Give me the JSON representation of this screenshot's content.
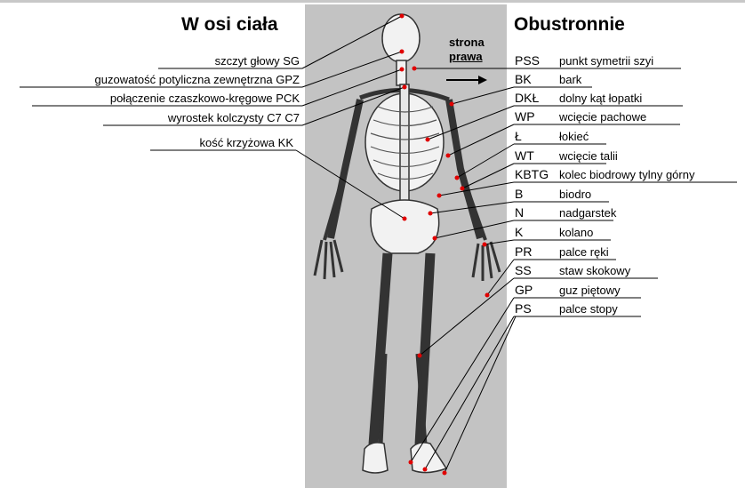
{
  "left_title": "W osi ciała",
  "right_title": "Obustronnie",
  "side_label": {
    "line1": "strona",
    "line2": "prawa"
  },
  "axial_points": [
    {
      "label": "szczyt głowy SG"
    },
    {
      "label": "guzowatość potyliczna zewnętrzna GPZ"
    },
    {
      "label": "połączenie czaszkowo-kręgowe PCK"
    },
    {
      "label": "wyrostek kolczysty C7 C7"
    },
    {
      "label": "kość krzyżowa KK"
    }
  ],
  "bilateral_points": [
    {
      "code": "PSS",
      "name": "punkt symetrii szyi"
    },
    {
      "code": "BK",
      "name": "bark"
    },
    {
      "code": "DKŁ",
      "name": "dolny kąt łopatki"
    },
    {
      "code": "WP",
      "name": "wcięcie pachowe"
    },
    {
      "code": "Ł",
      "name": "łokieć"
    },
    {
      "code": "WT",
      "name": "wcięcie talii"
    },
    {
      "code": "KBTG",
      "name": "kolec biodrowy tylny górny"
    },
    {
      "code": "B",
      "name": "biodro"
    },
    {
      "code": "N",
      "name": "nadgarstek"
    },
    {
      "code": "K",
      "name": "kolano"
    },
    {
      "code": "PR",
      "name": "palce ręki"
    },
    {
      "code": "SS",
      "name": "staw skokowy"
    },
    {
      "code": "GP",
      "name": "guz piętowy"
    },
    {
      "code": "PS",
      "name": "palce stopy"
    }
  ],
  "colors": {
    "marker": "#e00000",
    "panel": "#c3c3c3",
    "bone": "#f2f2f2",
    "bone_outline": "#333333"
  }
}
